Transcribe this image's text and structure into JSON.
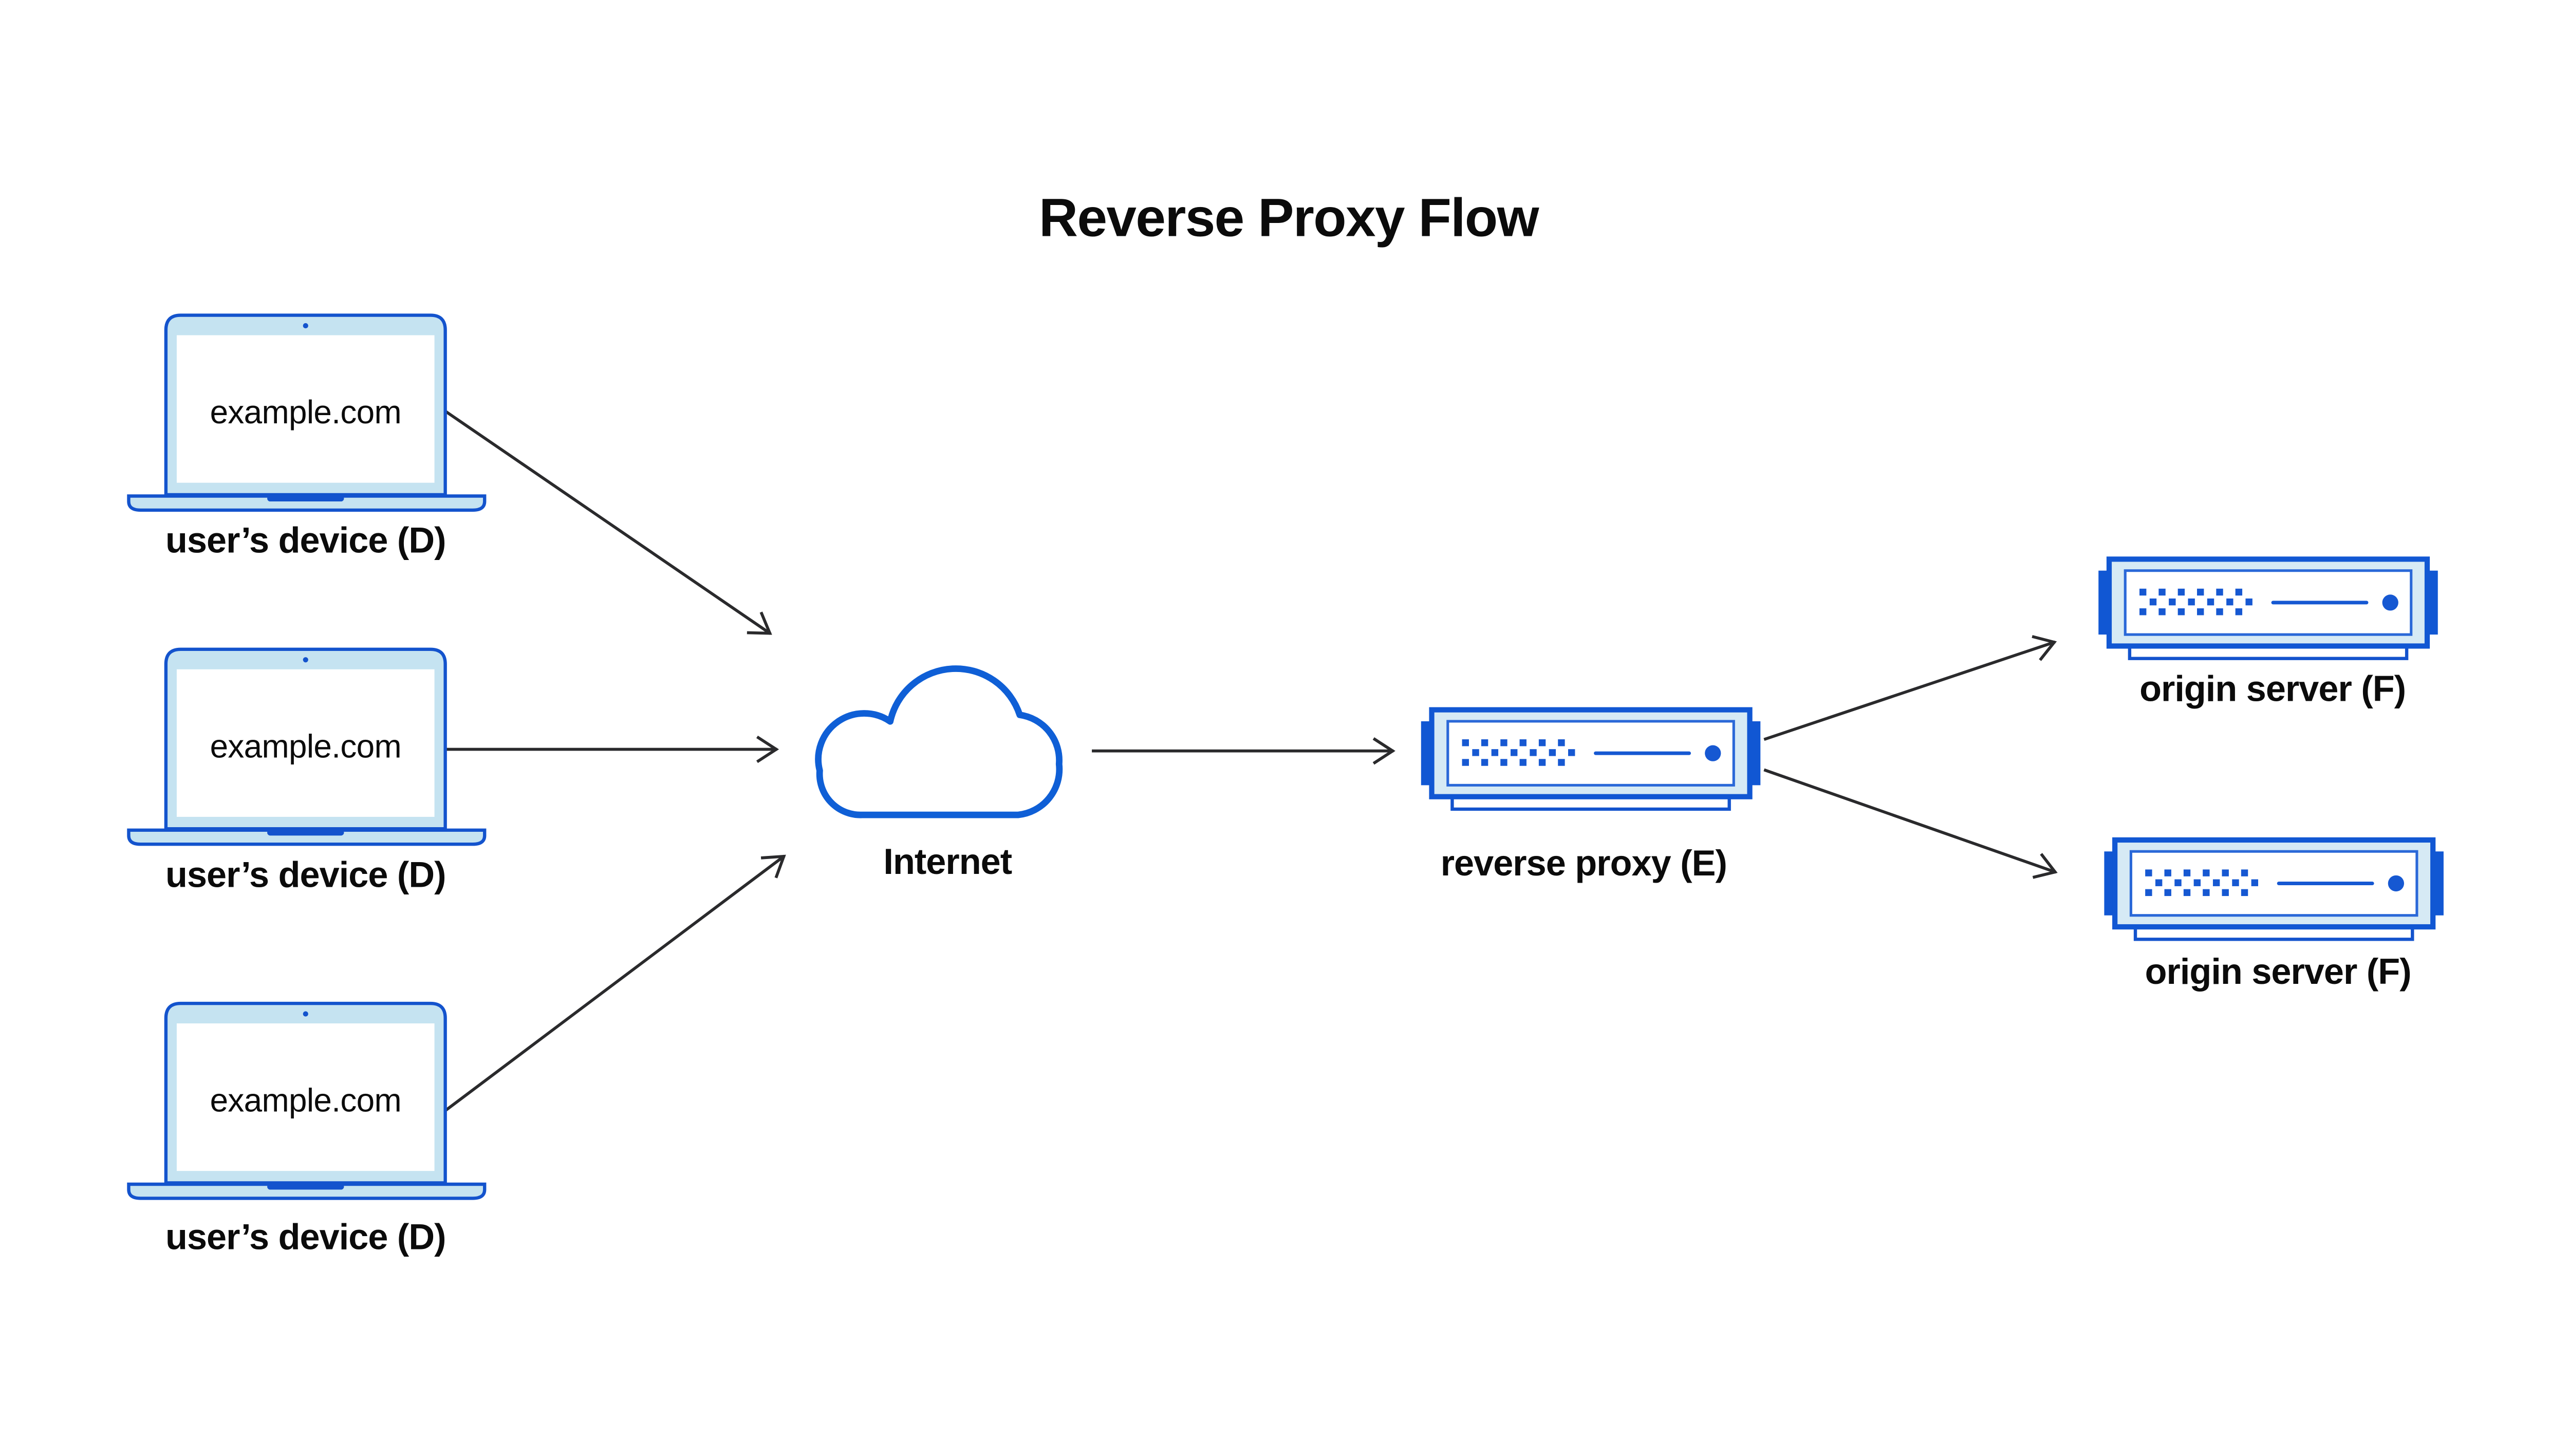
{
  "diagram": {
    "title": "Reverse Proxy Flow",
    "nodes": {
      "device1": {
        "screen_text": "example.com",
        "label": "user’s device (D)"
      },
      "device2": {
        "screen_text": "example.com",
        "label": "user’s device (D)"
      },
      "device3": {
        "screen_text": "example.com",
        "label": "user’s device (D)"
      },
      "internet": {
        "label": "Internet"
      },
      "reverse_proxy": {
        "label": "reverse proxy (E)"
      },
      "origin_server1": {
        "label": "origin server (F)"
      },
      "origin_server2": {
        "label": "origin server (F)"
      }
    },
    "edges": [
      {
        "from": "device1",
        "to": "internet"
      },
      {
        "from": "device2",
        "to": "internet"
      },
      {
        "from": "device3",
        "to": "internet"
      },
      {
        "from": "internet",
        "to": "reverse_proxy"
      },
      {
        "from": "reverse_proxy",
        "to": "origin_server1"
      },
      {
        "from": "reverse_proxy",
        "to": "origin_server2"
      }
    ],
    "colors": {
      "primary_blue": "#1353cd",
      "light_blue": "#c5e3f1",
      "cloud_blue": "#0f5fd6",
      "server_blue": "#1157d3",
      "server_frame_blue": "#d6eaf5",
      "panel_stroke_blue": "#2a68d8",
      "dot_blue": "#1658d2",
      "arrow": "#2a2a2c",
      "text": "#0b0b0b"
    }
  }
}
